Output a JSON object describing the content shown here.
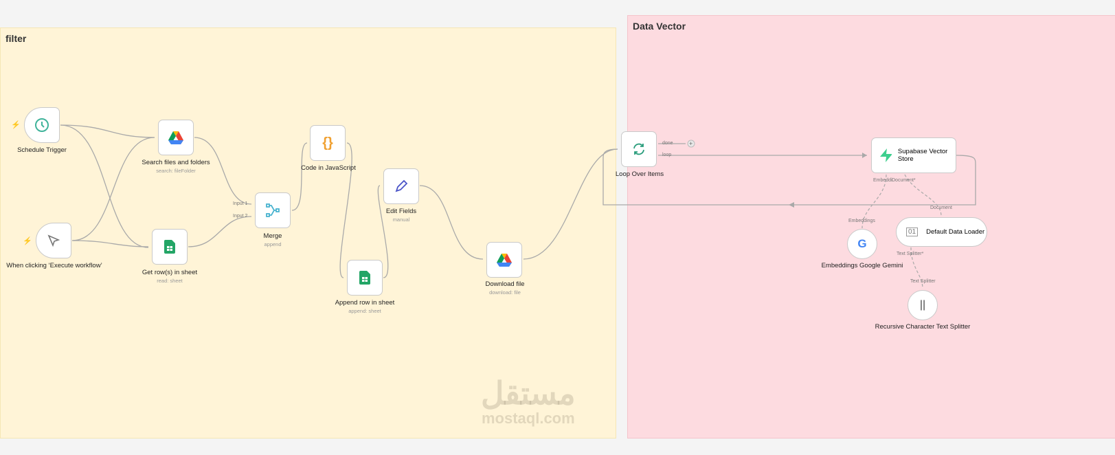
{
  "groups": {
    "filter": "filter",
    "vector": "Data Vector"
  },
  "nodes": {
    "schedule": {
      "label": "Schedule Trigger"
    },
    "manual": {
      "label": "When clicking ‘Execute workflow’"
    },
    "search": {
      "label": "Search files and folders",
      "sub": "search: fileFolder"
    },
    "getrows": {
      "label": "Get row(s) in sheet",
      "sub": "read: sheet"
    },
    "merge": {
      "label": "Merge",
      "sub": "append",
      "in1": "Input 1",
      "in2": "Input 2"
    },
    "code": {
      "label": "Code in JavaScript"
    },
    "append": {
      "label": "Append row in sheet",
      "sub": "append: sheet"
    },
    "edit": {
      "label": "Edit Fields",
      "sub": "manual"
    },
    "download": {
      "label": "Download file",
      "sub": "download: file"
    },
    "loop": {
      "label": "Loop Over Items",
      "done": "done",
      "loop": "loop"
    },
    "supabase": {
      "label": "Supabase Vector Store",
      "embed": "Embeddi",
      "doc": "Document*"
    },
    "gemini": {
      "label": "Embeddings Google Gemini",
      "port": "Embeddings"
    },
    "loader": {
      "label": "Default Data Loader",
      "port": "Document",
      "split": "Text Splitter*"
    },
    "splitter": {
      "label": "Recursive Character Text Splitter",
      "port": "Text Splitter"
    }
  },
  "watermark": {
    "ar": "مستقل",
    "en": "mostaql.com"
  }
}
